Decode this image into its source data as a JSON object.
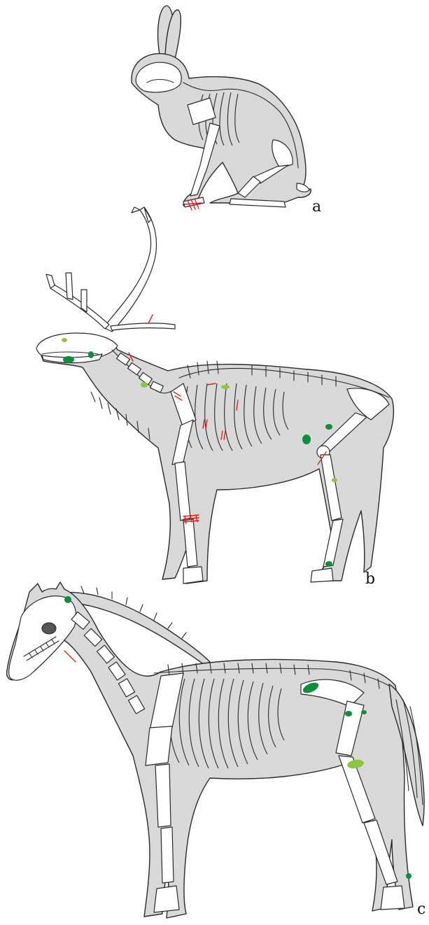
{
  "panels": [
    {
      "letter": "a",
      "animal": "hare"
    },
    {
      "letter": "b",
      "animal": "reindeer"
    },
    {
      "letter": "c",
      "animal": "horse"
    }
  ],
  "colors": {
    "silhouette": "#d9d9d9",
    "bone": "#ffffff",
    "cut_mark": "#e0201b",
    "dark_green_mark": "#0b8f3a",
    "light_green_mark": "#8cc63f"
  }
}
